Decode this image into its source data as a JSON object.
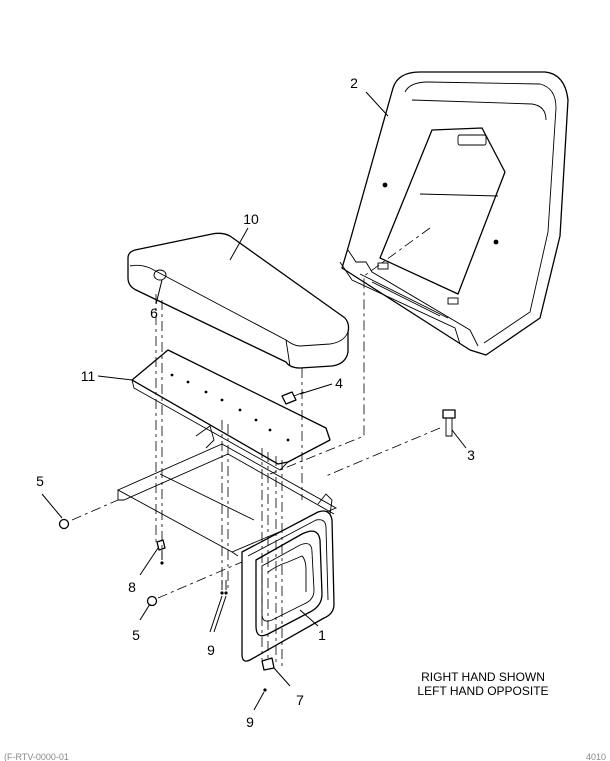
{
  "callouts": {
    "c1": "1",
    "c2": "2",
    "c3": "3",
    "c4": "4",
    "c5a": "5",
    "c5b": "5",
    "c6": "6",
    "c7": "7",
    "c8": "8",
    "c9a": "9",
    "c9b": "9",
    "c10": "10",
    "c11": "11"
  },
  "note": {
    "line1": "RIGHT HAND SHOWN",
    "line2": "LEFT HAND OPPOSITE"
  },
  "footer": {
    "left": "(F-RTV-0000-01",
    "right": "4010"
  },
  "colors": {
    "line": "#000000",
    "background": "#ffffff",
    "footer_text": "#888888"
  }
}
